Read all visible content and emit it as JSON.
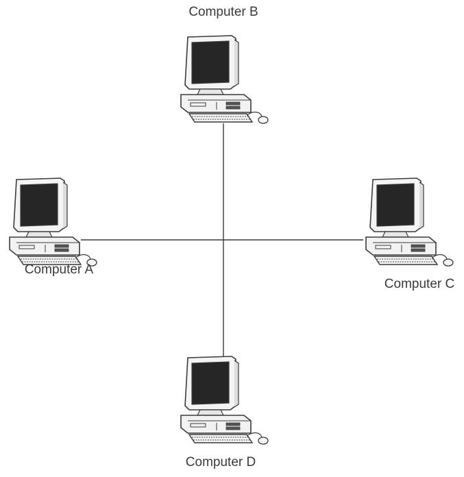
{
  "diagram": {
    "type": "network-topology",
    "colors": {
      "line": "#3c3c3c",
      "screen": "#262626",
      "body": "#f2f2f2"
    },
    "nodes": [
      {
        "id": "b",
        "label": "Computer B",
        "icon": "computer-icon"
      },
      {
        "id": "a",
        "label": "Computer A",
        "icon": "computer-icon"
      },
      {
        "id": "c",
        "label": "Computer C",
        "icon": "computer-icon"
      },
      {
        "id": "d",
        "label": "Computer D",
        "icon": "computer-icon"
      }
    ],
    "connections": [
      {
        "from": "a",
        "to": "c"
      },
      {
        "from": "b",
        "to": "d"
      }
    ]
  }
}
